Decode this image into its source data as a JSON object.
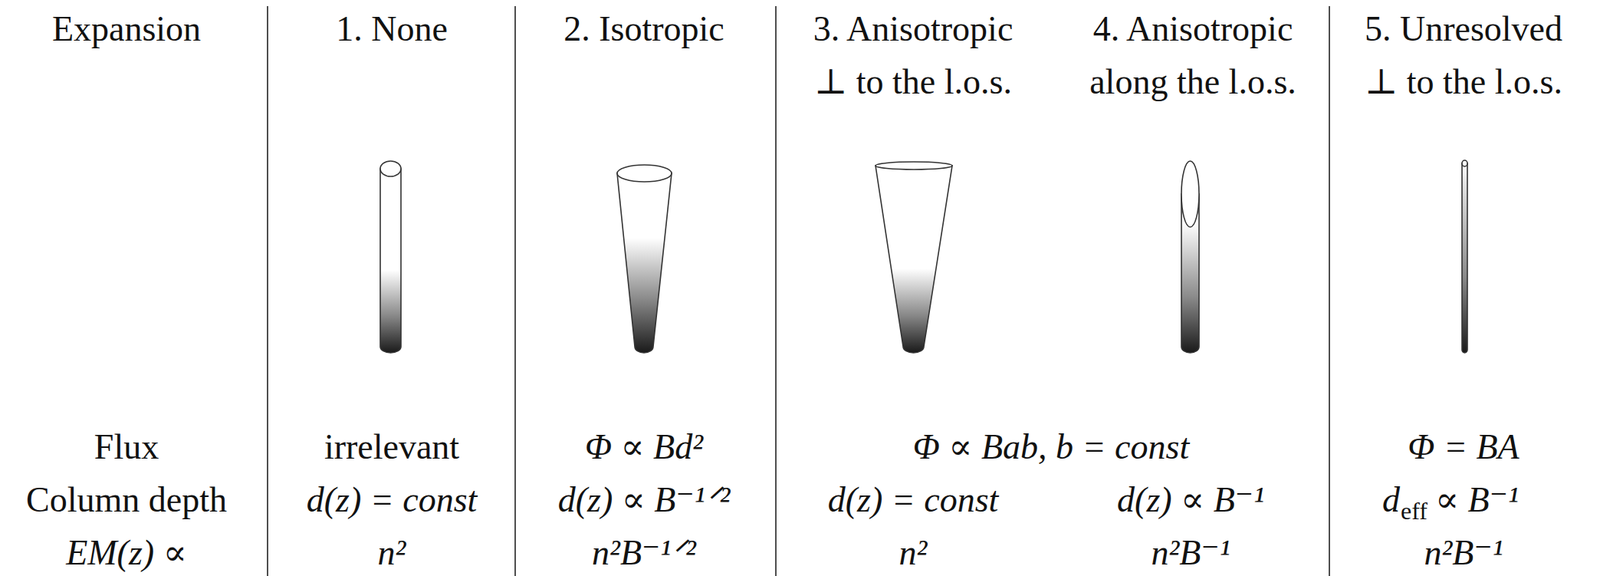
{
  "diagram": {
    "labels": [
      "Expansion",
      "1. None",
      "2. Isotropic",
      "3. Anisotropic ⊥ to the l.o.s.",
      "4. Anisotropic along the l.o.s.",
      "5. Unresolved ⊥ to the l.o.s.",
      "Flux",
      "irrelevant",
      "Φ ∝ Bd²",
      "Φ ∝ Bab, b = const",
      "Φ = BA",
      "Column depth",
      "d(z) = const",
      "d(z) ∝ B⁻¹ᐟ²",
      "d(z) = const",
      "d(z) ∝ B⁻¹",
      "d",
      "eff",
      "∝ B⁻¹",
      "EM(z) ∝",
      "n²",
      "n²B⁻¹ᐟ²",
      "n²",
      "n²B⁻¹",
      "n²B⁻¹"
    ]
  }
}
